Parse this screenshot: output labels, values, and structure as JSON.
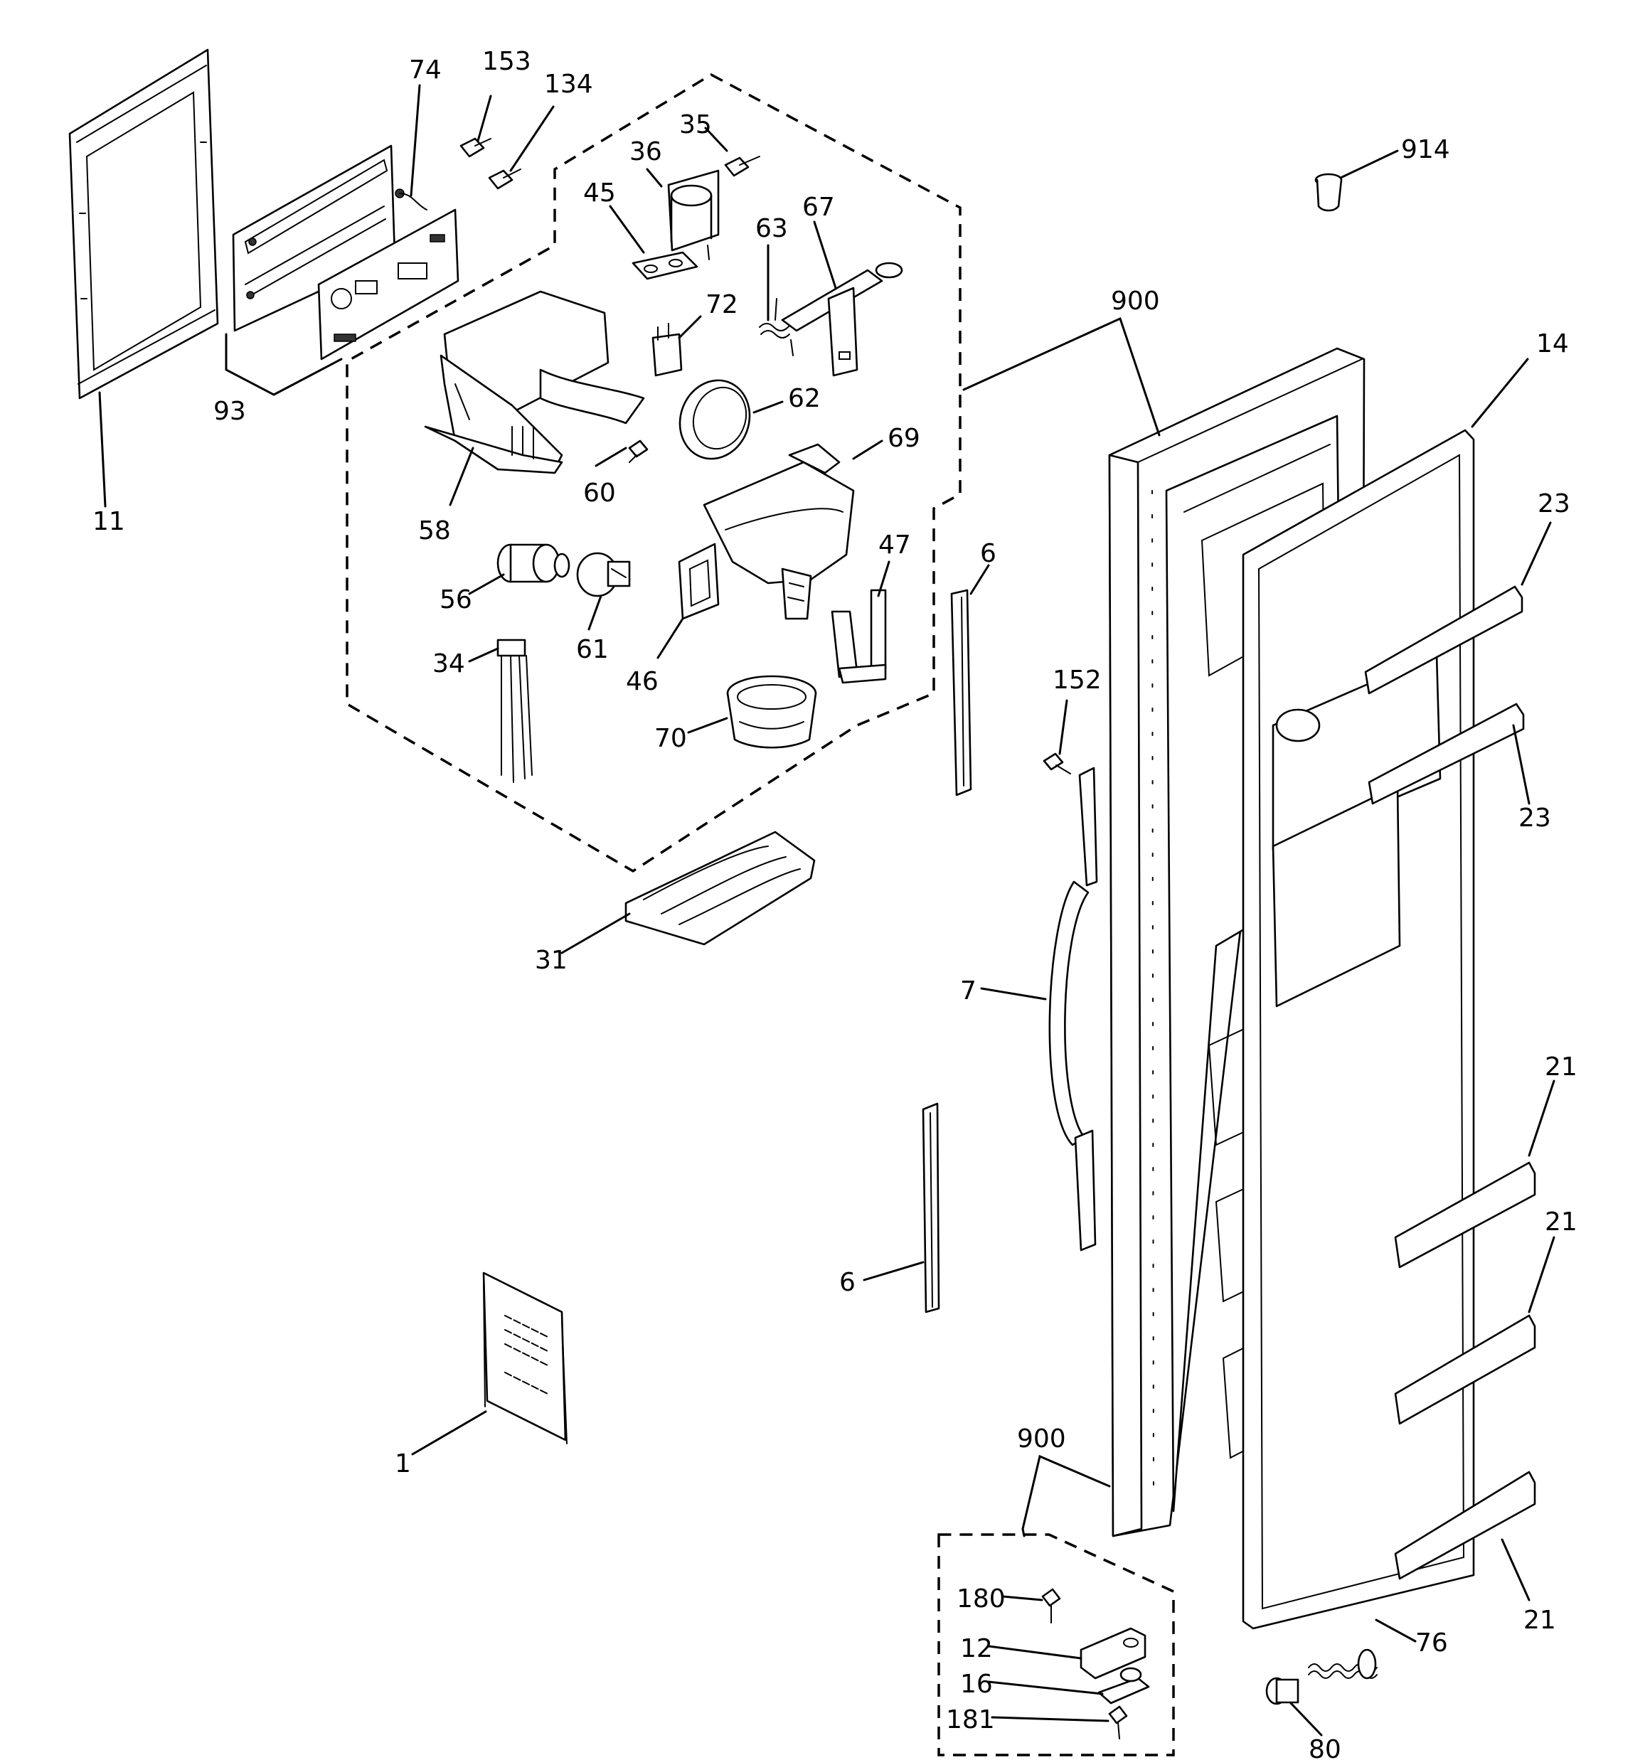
{
  "callouts": [
    {
      "id": "11",
      "text": "11"
    },
    {
      "id": "93",
      "text": "93"
    },
    {
      "id": "74",
      "text": "74"
    },
    {
      "id": "153",
      "text": "153"
    },
    {
      "id": "134",
      "text": "134"
    },
    {
      "id": "35",
      "text": "35"
    },
    {
      "id": "36",
      "text": "36"
    },
    {
      "id": "45",
      "text": "45"
    },
    {
      "id": "67",
      "text": "67"
    },
    {
      "id": "63",
      "text": "63"
    },
    {
      "id": "72",
      "text": "72"
    },
    {
      "id": "62",
      "text": "62"
    },
    {
      "id": "69",
      "text": "69"
    },
    {
      "id": "58",
      "text": "58"
    },
    {
      "id": "60",
      "text": "60"
    },
    {
      "id": "56",
      "text": "56"
    },
    {
      "id": "61",
      "text": "61"
    },
    {
      "id": "47",
      "text": "47"
    },
    {
      "id": "46",
      "text": "46"
    },
    {
      "id": "34",
      "text": "34"
    },
    {
      "id": "70",
      "text": "70"
    },
    {
      "id": "31",
      "text": "31"
    },
    {
      "id": "914",
      "text": "914"
    },
    {
      "id": "900a",
      "text": "900"
    },
    {
      "id": "14",
      "text": "14"
    },
    {
      "id": "23a",
      "text": "23"
    },
    {
      "id": "23b",
      "text": "23"
    },
    {
      "id": "6a",
      "text": "6"
    },
    {
      "id": "152",
      "text": "152"
    },
    {
      "id": "7",
      "text": "7"
    },
    {
      "id": "6b",
      "text": "6"
    },
    {
      "id": "21a",
      "text": "21"
    },
    {
      "id": "21b",
      "text": "21"
    },
    {
      "id": "21c",
      "text": "21"
    },
    {
      "id": "1",
      "text": "1"
    },
    {
      "id": "900b",
      "text": "900"
    },
    {
      "id": "180",
      "text": "180"
    },
    {
      "id": "12",
      "text": "12"
    },
    {
      "id": "16",
      "text": "16"
    },
    {
      "id": "181",
      "text": "181"
    },
    {
      "id": "76",
      "text": "76"
    },
    {
      "id": "80",
      "text": "80"
    }
  ],
  "parts": {
    "dispenser_bezel": "bezel-icon",
    "control_board": "circuit-board-icon",
    "door_assembly": "door-icon",
    "handle": "handle-icon",
    "manual": "manual-icon",
    "drip_tray": "drip-tray-icon",
    "hinge_kit": "hinge-icon"
  }
}
